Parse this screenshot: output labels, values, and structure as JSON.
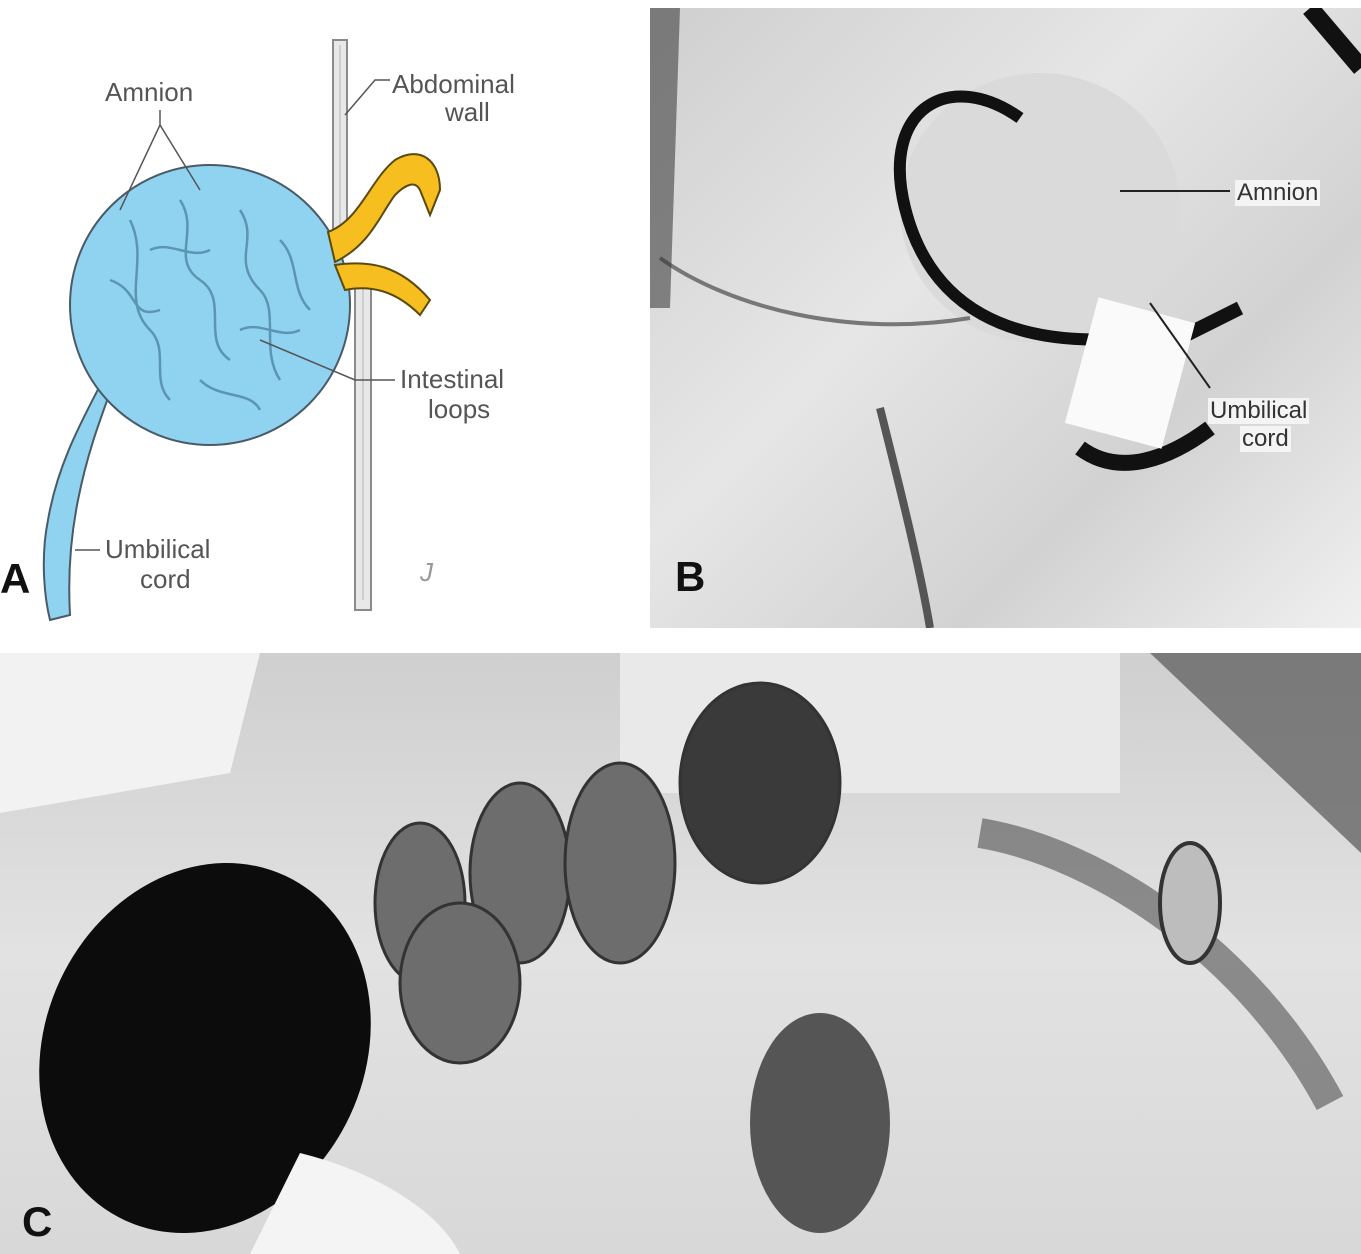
{
  "figure": {
    "panels": [
      {
        "id": "A",
        "type": "illustration",
        "letter": "A",
        "labels": {
          "amnion": "Amnion",
          "abdominal_wall_1": "Abdominal",
          "abdominal_wall_2": "wall",
          "intestinal_loops_1": "Intestinal",
          "intestinal_loops_2": "loops",
          "umbilical_cord_1": "Umbilical",
          "umbilical_cord_2": "cord",
          "artist_mark": "J"
        },
        "colors": {
          "sac": "#8fd3f0",
          "intestine": "#f6be1e",
          "outline": "#4a5a66"
        }
      },
      {
        "id": "B",
        "type": "photograph",
        "letter": "B",
        "labels": {
          "amnion": "Amnion",
          "umbilical_cord_1": "Umbilical",
          "umbilical_cord_2": "cord"
        }
      },
      {
        "id": "C",
        "type": "photograph",
        "letter": "C"
      }
    ]
  }
}
